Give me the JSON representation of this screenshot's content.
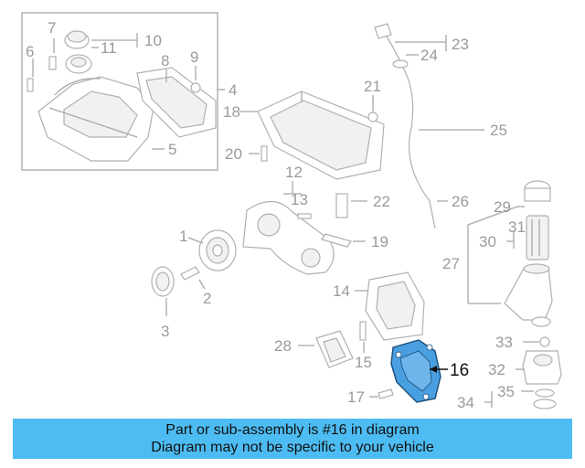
{
  "callouts": {
    "c1": "1",
    "c2": "2",
    "c3": "3",
    "c4": "4",
    "c5": "5",
    "c6": "6",
    "c7": "7",
    "c8": "8",
    "c9": "9",
    "c10": "10",
    "c11": "11",
    "c12": "12",
    "c13": "13",
    "c14": "14",
    "c15": "15",
    "c16": "16",
    "c17": "17",
    "c18": "18",
    "c19": "19",
    "c20": "20",
    "c21": "21",
    "c22": "22",
    "c23": "23",
    "c24": "24",
    "c25": "25",
    "c26": "26",
    "c27": "27",
    "c28": "28",
    "c29": "29",
    "c30": "30",
    "c31": "31",
    "c32": "32",
    "c33": "33",
    "c34": "34",
    "c35": "35"
  },
  "highlighted_part": "16",
  "colors": {
    "highlight": "#4a9fe0",
    "banner": "#4dbcf2",
    "lines": "#a8a8a8"
  },
  "banner": {
    "line1": "Part or sub-assembly is #16 in diagram",
    "line2": "Diagram may not be specific to your vehicle"
  }
}
